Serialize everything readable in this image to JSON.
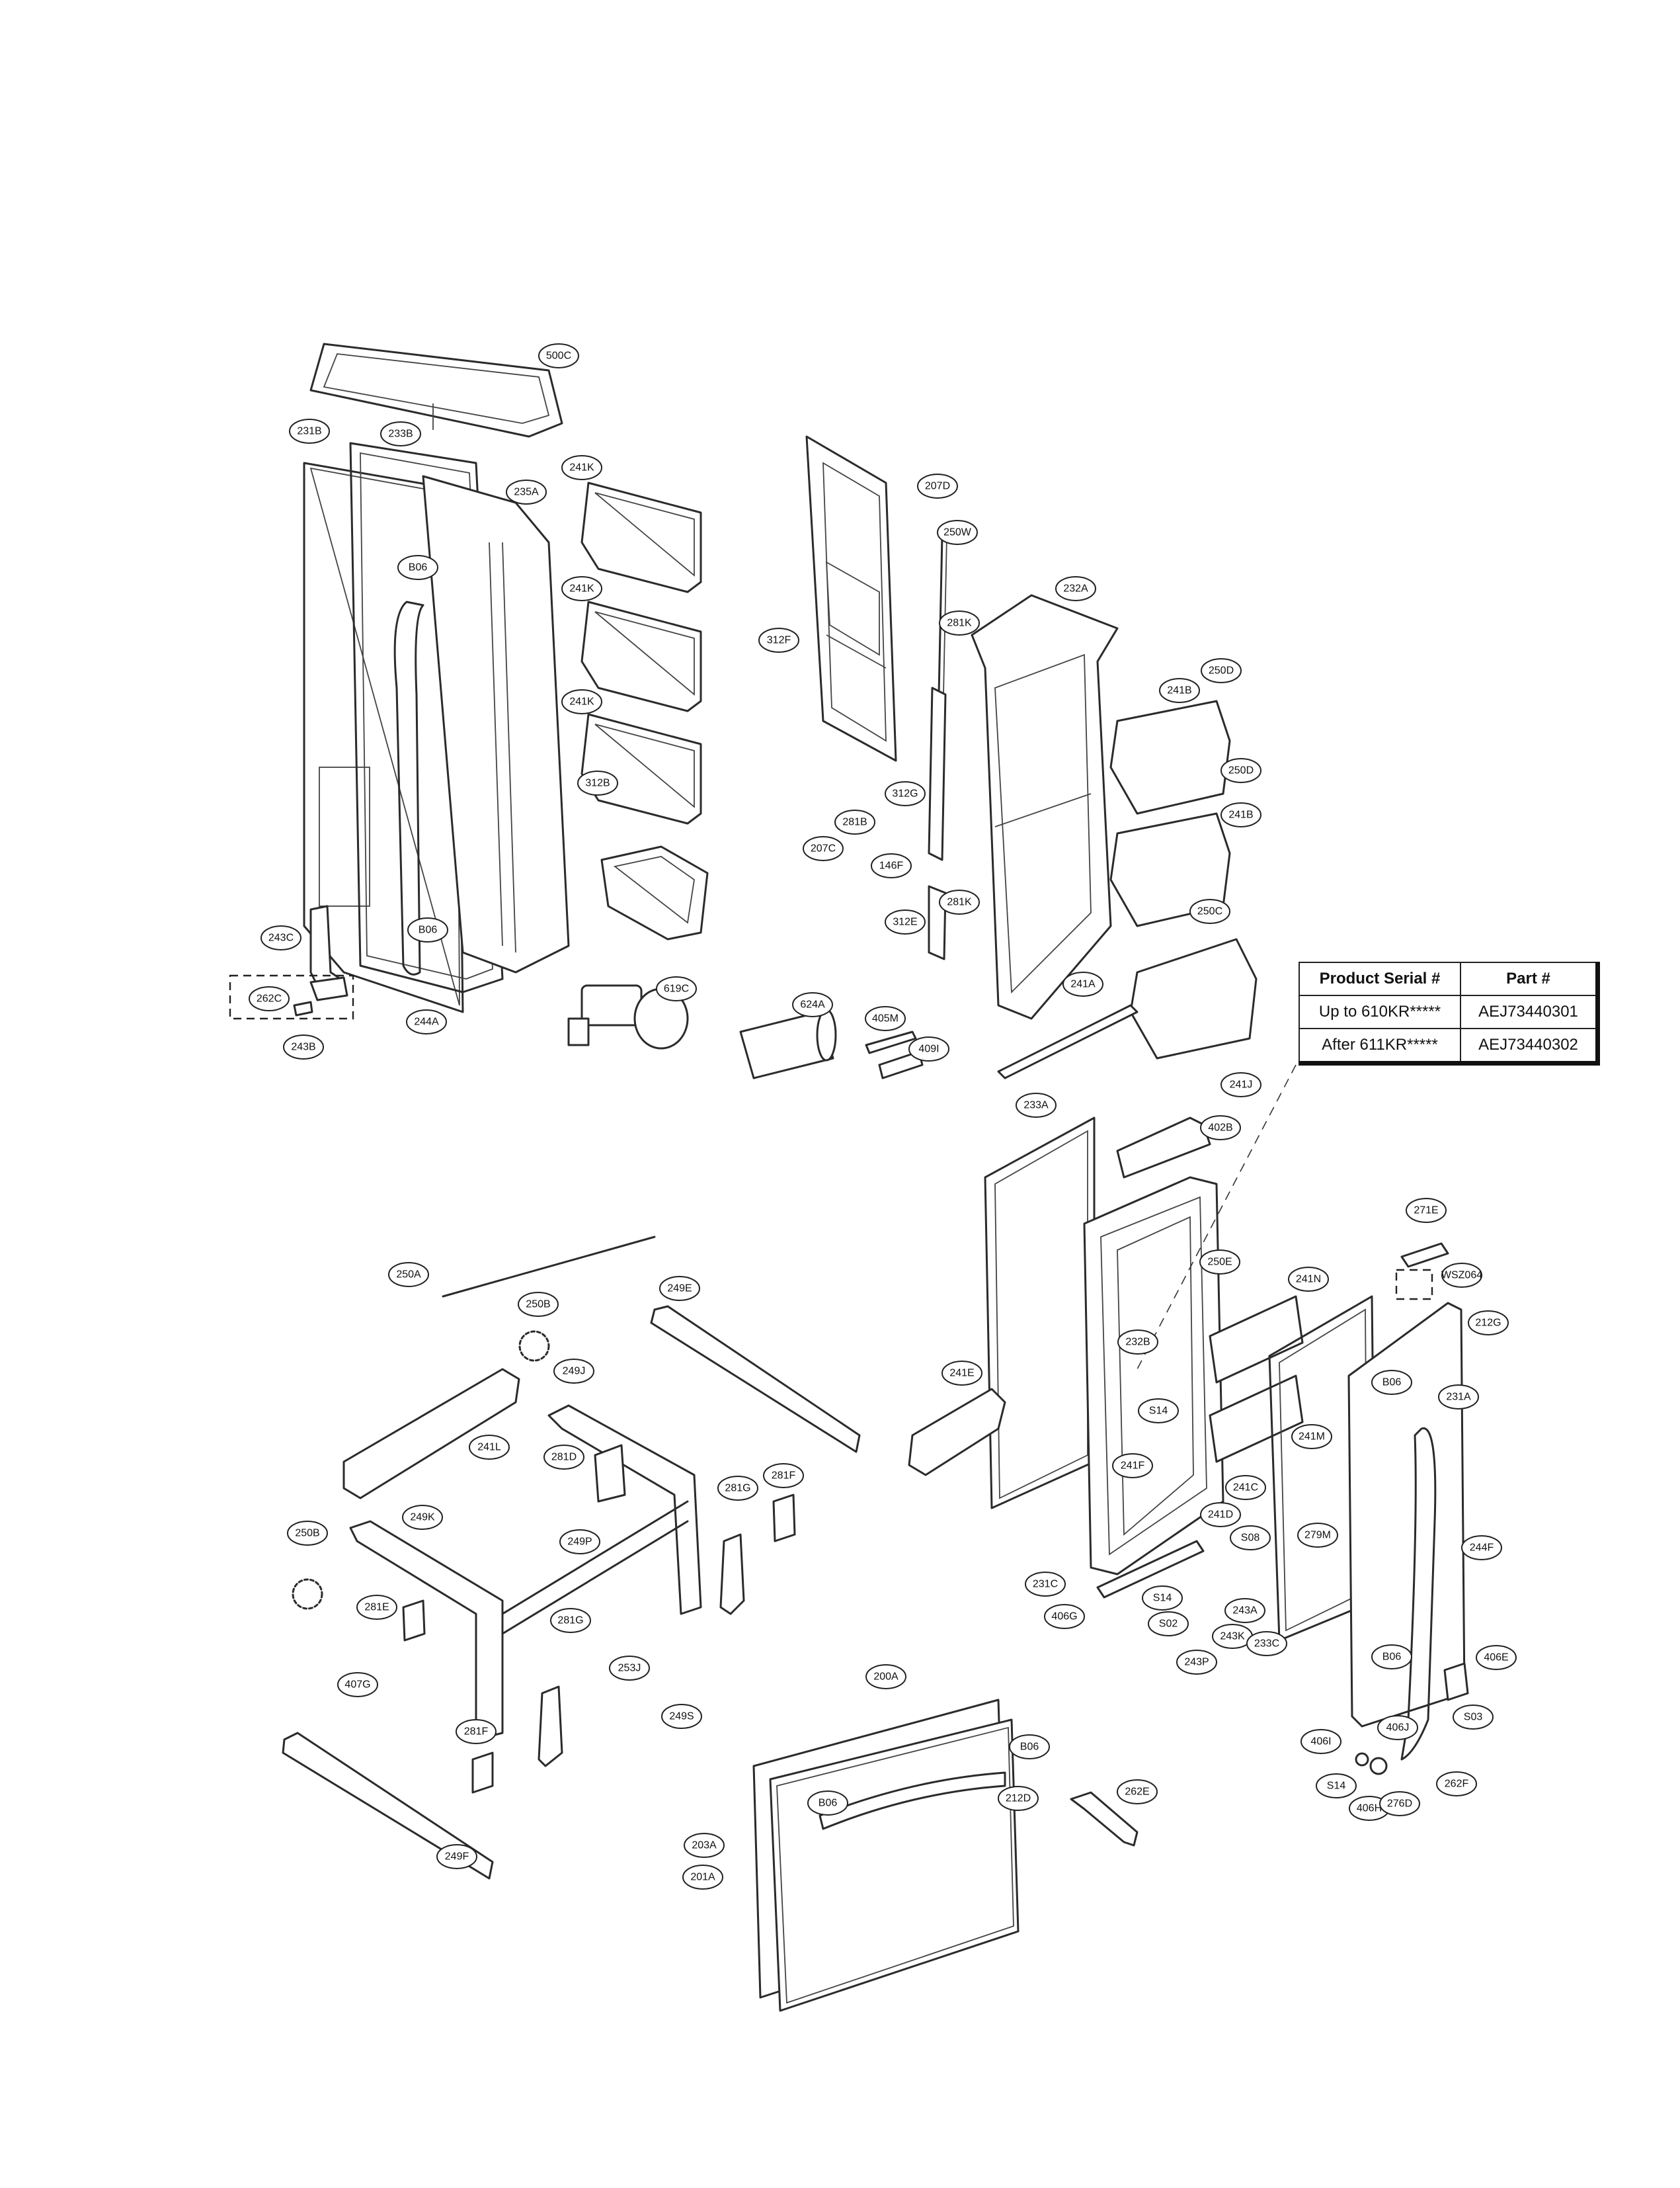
{
  "table": {
    "headers": [
      "Product Serial #",
      "Part #"
    ],
    "rows": [
      [
        "Up to 610KR*****",
        "AEJ73440301"
      ],
      [
        "After 611KR*****",
        "AEJ73440302"
      ]
    ]
  },
  "callouts": [
    "500C",
    "231B",
    "233B",
    "235A",
    "B06",
    "241K",
    "241K",
    "241K",
    "312B",
    "243C",
    "262C",
    "243B",
    "B06",
    "244A",
    "619C",
    "312F",
    "207D",
    "250W",
    "281K",
    "232A",
    "241B",
    "250D",
    "250D",
    "241B",
    "312G",
    "281B",
    "207C",
    "146F",
    "312E",
    "281K",
    "250C",
    "241A",
    "624A",
    "405M",
    "409I",
    "241J",
    "402B",
    "233A",
    "271E",
    "WSZ064",
    "250E",
    "241N",
    "212G",
    "232B",
    "241E",
    "S14",
    "241F",
    "241C",
    "241D",
    "241M",
    "B06",
    "231A",
    "S08",
    "279M",
    "231C",
    "244F",
    "406G",
    "S14",
    "S02",
    "243A",
    "243K",
    "243P",
    "233C",
    "B06",
    "406E",
    "S03",
    "406I",
    "406J",
    "S14",
    "406H",
    "276D",
    "262F",
    "250A",
    "249E",
    "250B",
    "249J",
    "241L",
    "281D",
    "281F",
    "281G",
    "250B",
    "249K",
    "249P",
    "281E",
    "281G",
    "253J",
    "407G",
    "249S",
    "281F",
    "249F",
    "200A",
    "B06",
    "B06",
    "212D",
    "203A",
    "201A",
    "262E"
  ]
}
